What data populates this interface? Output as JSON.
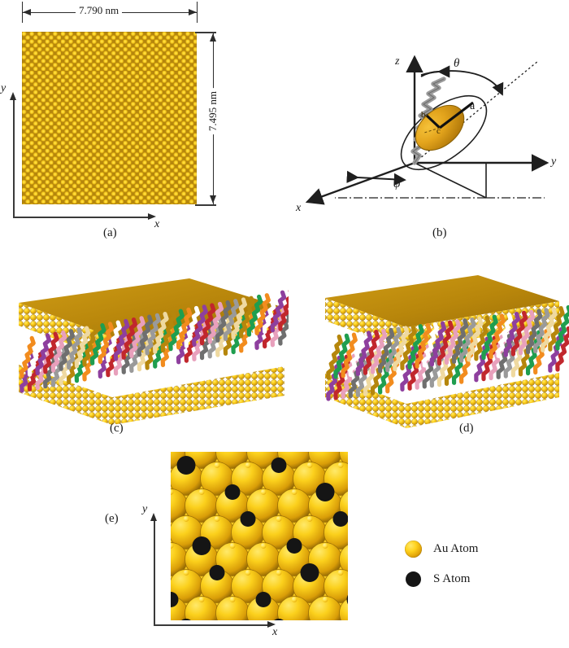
{
  "figure": {
    "panels": [
      {
        "id": "a",
        "label": "(a)"
      },
      {
        "id": "b",
        "label": "(b)"
      },
      {
        "id": "c",
        "label": "(c)"
      },
      {
        "id": "d",
        "label": "(d)"
      },
      {
        "id": "e",
        "label": "(e)"
      }
    ]
  },
  "panel_a": {
    "label": "(a)",
    "width_dimension": "7.790 nm",
    "height_dimension": "7.495 nm",
    "axis_x": "x",
    "axis_y": "y"
  },
  "panel_b": {
    "label": "(b)",
    "axis_x": "x",
    "axis_y": "y",
    "axis_z": "z",
    "angle_theta": "θ",
    "angle_phi": "φ",
    "semi_axis_a": "a",
    "semi_axis_b": "b",
    "semi_axis_c": "c"
  },
  "panel_c": {
    "label": "(c)"
  },
  "panel_d": {
    "label": "(d)"
  },
  "panel_e": {
    "label": "(e)",
    "axis_x": "x",
    "axis_y": "y"
  },
  "legend": {
    "items": [
      {
        "marker": "au-atom-marker",
        "label": "Au Atom"
      },
      {
        "marker": "s-atom-marker",
        "label": "S Atom"
      }
    ]
  },
  "colors": {
    "gold_light": "#ffd21e",
    "gold_mid": "#e0a208",
    "gold_dark": "#8d6405",
    "sulfur": "#151515",
    "ink": "#1a1a1a",
    "chain_palette": [
      "#8e3f9e",
      "#1f9e4f",
      "#9a9a9a",
      "#c1272d",
      "#f28c1e",
      "#efd9a0",
      "#e8a0bc",
      "#ffffff",
      "#b5860c",
      "#6f6f6f"
    ]
  }
}
